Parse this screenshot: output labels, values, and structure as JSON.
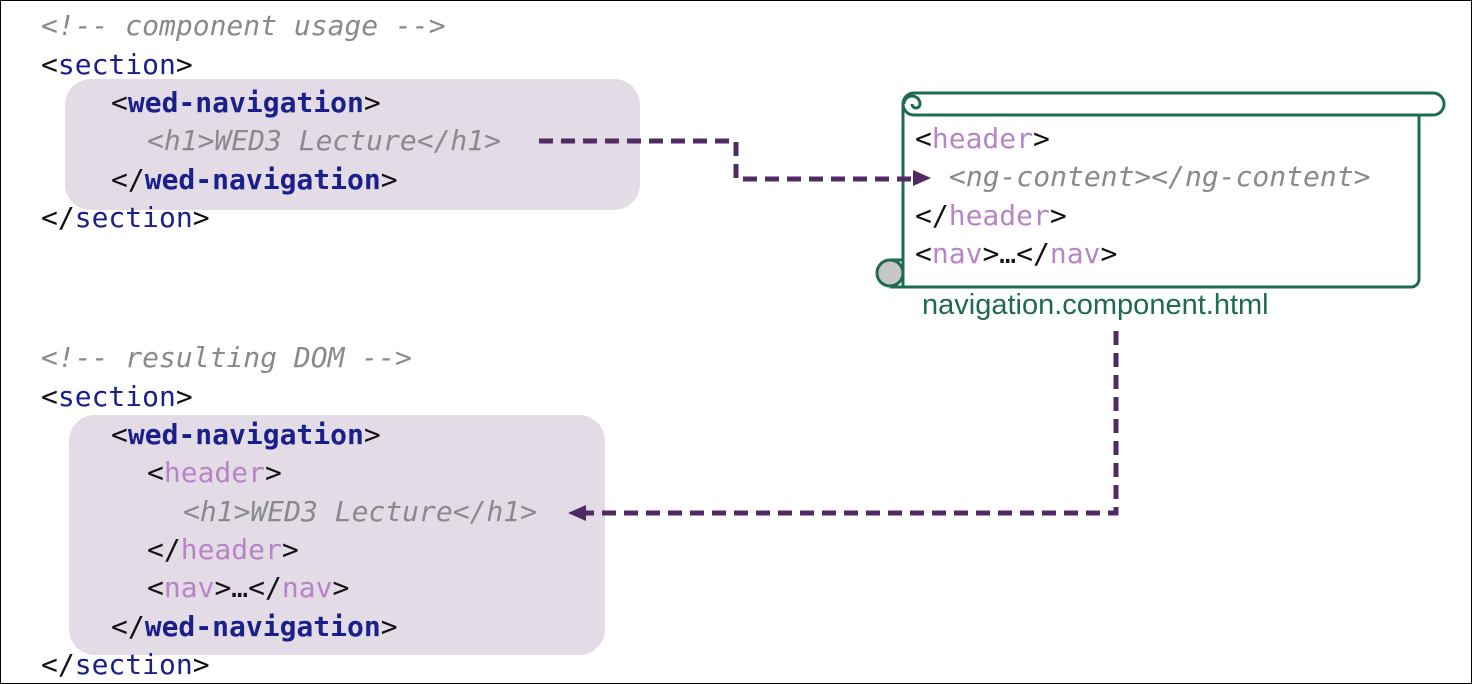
{
  "usage": {
    "comment": "<!-- component usage -->",
    "section_open": "section",
    "component_tag": "wed-navigation",
    "h1_line": "<h1>WED3 Lecture</h1>",
    "section_close": "section"
  },
  "template": {
    "header_tag": "header",
    "ng_content_line": "<ng-content></ng-content>",
    "nav_tag": "nav",
    "ellipsis": "…",
    "filename": "navigation.component.html"
  },
  "result": {
    "comment": "<!-- resulting DOM -->",
    "section_open": "section",
    "component_tag": "wed-navigation",
    "header_tag": "header",
    "h1_line": "<h1>WED3 Lecture</h1>",
    "nav_tag": "nav",
    "ellipsis": "…",
    "section_close": "section"
  },
  "colors": {
    "arrow": "#4f2a63",
    "scroll_stroke": "#1f6b4f",
    "highlight_box": "#e3dbe6",
    "dark_tag": "#1b1f8a",
    "light_tag": "#b784c6",
    "comment": "#8a8a8a"
  }
}
